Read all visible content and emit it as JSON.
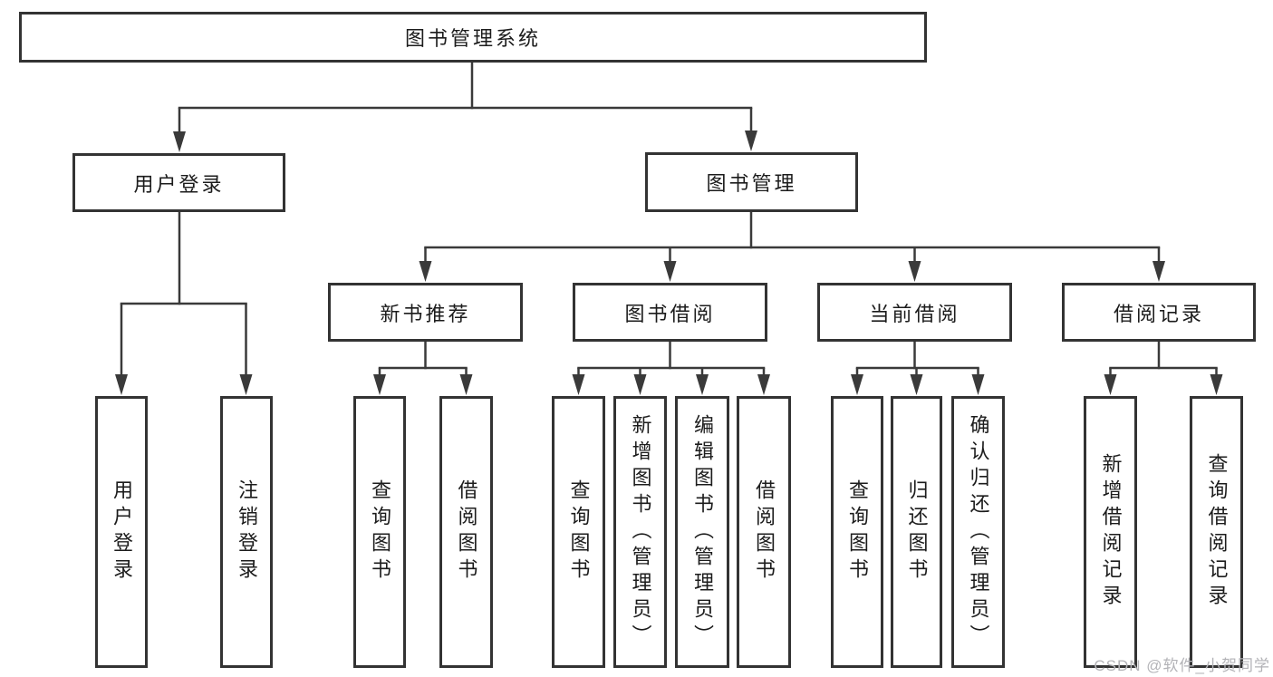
{
  "tree": {
    "root": {
      "label": "图书管理系统"
    },
    "user_login": {
      "label": "用户登录",
      "children": [
        {
          "label": "用户登录"
        },
        {
          "label": "注销登录"
        }
      ]
    },
    "book_mgmt": {
      "label": "图书管理",
      "children": [
        {
          "label": "新书推荐",
          "children": [
            {
              "label": "查询图书"
            },
            {
              "label": "借阅图书"
            }
          ]
        },
        {
          "label": "图书借阅",
          "children": [
            {
              "label": "查询图书"
            },
            {
              "label": "新增图书（管理员）"
            },
            {
              "label": "编辑图书（管理员）"
            },
            {
              "label": "借阅图书"
            }
          ]
        },
        {
          "label": "当前借阅",
          "children": [
            {
              "label": "查询图书"
            },
            {
              "label": "归还图书"
            },
            {
              "label": "确认归还（管理员）"
            }
          ]
        },
        {
          "label": "借阅记录",
          "children": [
            {
              "label": "新增借阅记录"
            },
            {
              "label": "查询借阅记录"
            }
          ]
        }
      ]
    }
  },
  "watermark": {
    "text": "CSDN @软件_小贺同学"
  },
  "colors": {
    "line": "#3a3a3a",
    "border": "#333333",
    "text": "#1c1c1c",
    "watermark": "#b3b3b7",
    "background": "#ffffff"
  }
}
